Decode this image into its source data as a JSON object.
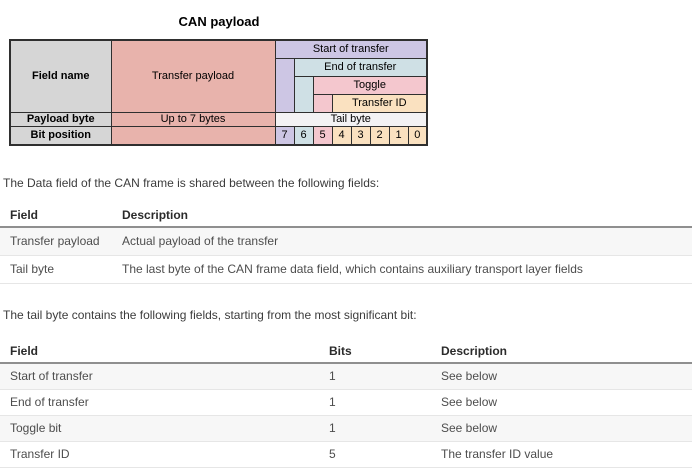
{
  "diagram": {
    "title": "CAN payload",
    "row_headers": [
      "Field name",
      "Payload byte",
      "Bit position"
    ],
    "payload_field": "Transfer payload",
    "payload_bytes": "Up to 7 bytes",
    "tail_fields": [
      {
        "label": "Start of transfer",
        "bits": 8,
        "color": "#cdc6e4"
      },
      {
        "label": "End of transfer",
        "bits": 7,
        "color": "#cfe0e5"
      },
      {
        "label": "Toggle",
        "bits": 6,
        "color": "#f4c7ce"
      },
      {
        "label": "Transfer ID",
        "bits": 5,
        "color": "#fae1c0"
      }
    ],
    "tail_byte_label": "Tail byte",
    "bit_numbers": [
      "7",
      "6",
      "5",
      "4",
      "3",
      "2",
      "1",
      "0"
    ],
    "colors": {
      "header_gray": "#d6d6d6",
      "payload_salmon": "#e8b3ac",
      "tail_byte_bg": "#f3f2f4",
      "border": "#2f2f2f"
    }
  },
  "intro_data_field": "The Data field of the CAN frame is shared between the following fields:",
  "data_fields_table": {
    "headers": [
      "Field",
      "Description"
    ],
    "rows": [
      [
        "Transfer payload",
        "Actual payload of the transfer"
      ],
      [
        "Tail byte",
        "The last byte of the CAN frame data field, which contains auxiliary transport layer fields"
      ]
    ]
  },
  "intro_tail_byte": "The tail byte contains the following fields, starting from the most significant bit:",
  "tail_fields_table": {
    "headers": [
      "Field",
      "Bits",
      "Description"
    ],
    "rows": [
      [
        "Start of transfer",
        "1",
        "See below"
      ],
      [
        "End of transfer",
        "1",
        "See below"
      ],
      [
        "Toggle bit",
        "1",
        "See below"
      ],
      [
        "Transfer ID",
        "5",
        "The transfer ID value"
      ]
    ]
  }
}
